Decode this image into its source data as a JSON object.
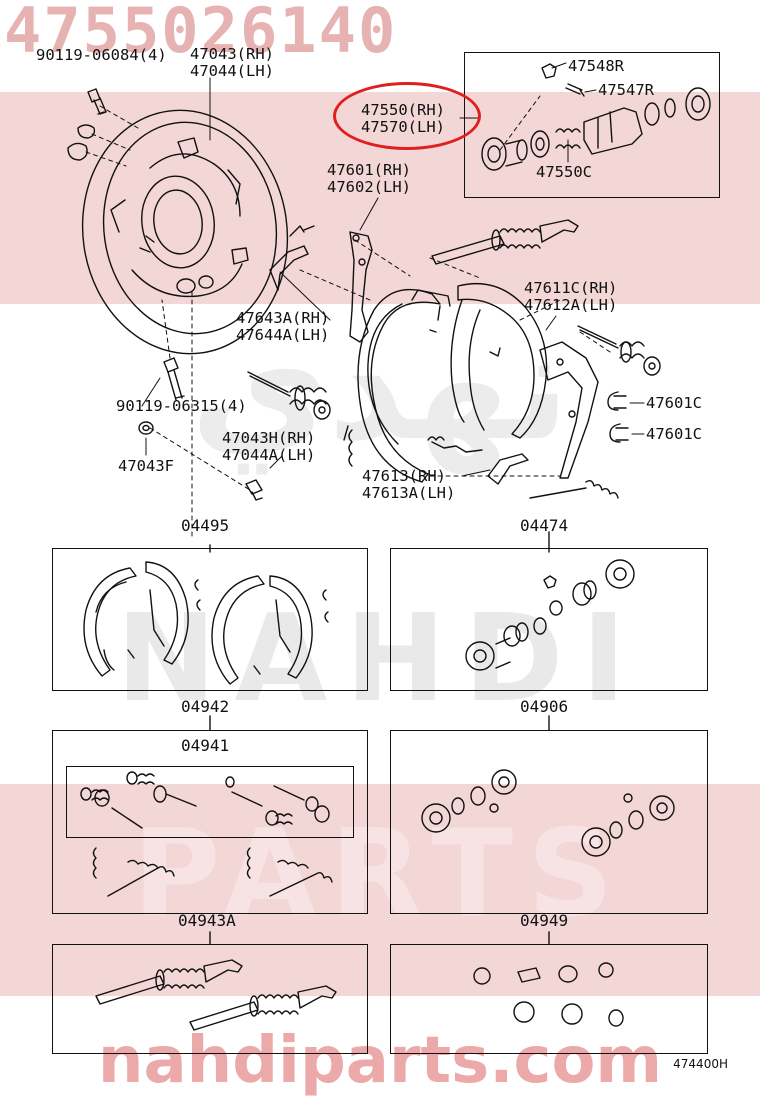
{
  "watermark": {
    "top_partno": "4755026140",
    "arabic_brand": "نهدي",
    "brand_latin": "NAHDI",
    "brand_parts": "PARTS",
    "site": "nahdiparts.com"
  },
  "callouts": [
    {
      "id": "c1",
      "text": "90119-06084(4)"
    },
    {
      "id": "c2",
      "text": "47043(RH)\n47044(LH)"
    },
    {
      "id": "c3",
      "text": "47550(RH)\n47570(LH)",
      "highlighted": true
    },
    {
      "id": "c4",
      "text": "47548R"
    },
    {
      "id": "c5",
      "text": "47547R"
    },
    {
      "id": "c6",
      "text": "47550C"
    },
    {
      "id": "c7",
      "text": "47601(RH)\n47602(LH)"
    },
    {
      "id": "c8",
      "text": "47611C(RH)\n47612A(LH)"
    },
    {
      "id": "c9",
      "text": "47643A(RH)\n47644A(LH)"
    },
    {
      "id": "c10",
      "text": "90119-06315(4)"
    },
    {
      "id": "c11",
      "text": "47601C"
    },
    {
      "id": "c12",
      "text": "47601C"
    },
    {
      "id": "c13",
      "text": "47043H(RH)\n47044A(LH)"
    },
    {
      "id": "c14",
      "text": "47043F"
    },
    {
      "id": "c15",
      "text": "47613(RH)\n47613A(LH)"
    }
  ],
  "kits": [
    {
      "id": "k1",
      "code": "04495"
    },
    {
      "id": "k2",
      "code": "04474"
    },
    {
      "id": "k3",
      "code": "04942"
    },
    {
      "id": "k4",
      "code": "04941"
    },
    {
      "id": "k5",
      "code": "04906"
    },
    {
      "id": "k6",
      "code": "04943A"
    },
    {
      "id": "k7",
      "code": "04949"
    }
  ],
  "reference": "474400H",
  "colors": {
    "highlight": "#e02020",
    "watermark_red": "#f3d6d6",
    "line": "#111111"
  }
}
